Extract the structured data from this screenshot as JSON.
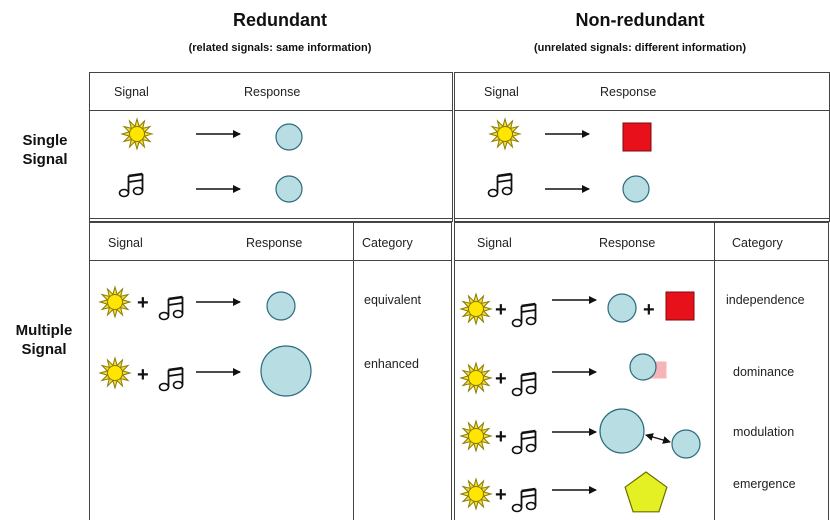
{
  "titles": {
    "redundant": "Redundant",
    "redundant_sub": "(related signals: same information)",
    "nonredundant": "Non-redundant",
    "nonredundant_sub": "(unrelated signals: different information)"
  },
  "row_labels": {
    "single": "Single\nSignal",
    "multiple": "Multiple\nSignal"
  },
  "headers": {
    "signal": "Signal",
    "response": "Response",
    "category": "Category"
  },
  "categories": {
    "redundant": [
      "equivalent",
      "enhanced"
    ],
    "nonredundant": [
      "independence",
      "dominance",
      "modulation",
      "emergence"
    ]
  },
  "plus": "+",
  "colors": {
    "circle_fill": "#b8dde3",
    "circle_stroke": "#2b6b7e",
    "red_square": "#e8101a",
    "faded_square": "#f5b5b8",
    "pentagon": "#e4f023",
    "sun_fill": "#ffe600",
    "sun_stroke": "#8a7a00"
  },
  "icons": [
    "sun-icon",
    "music-note-icon",
    "arrow-icon",
    "circle-icon",
    "square-icon",
    "pentagon-icon",
    "double-arrow-icon"
  ]
}
